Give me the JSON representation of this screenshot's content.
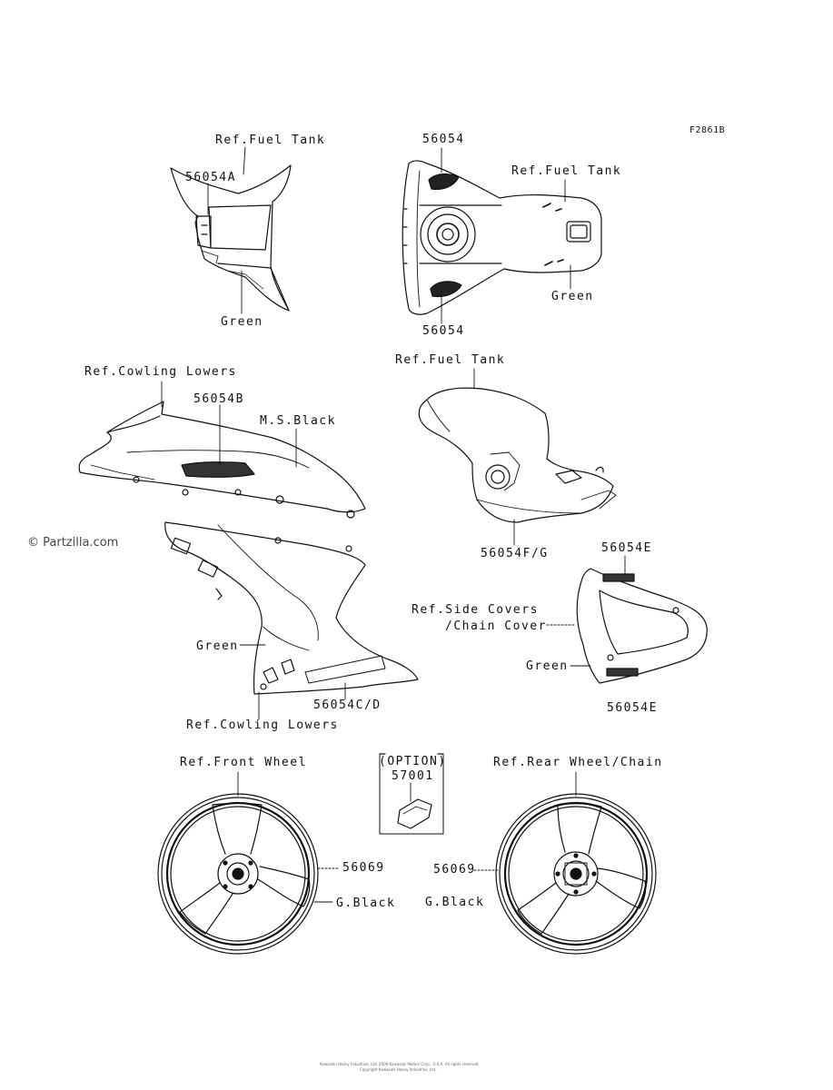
{
  "figure_id": "F2861B",
  "watermark": "© Partzilla.com",
  "footer_line1": "Kawasaki Heavy Industries, Ltd. 2009 Kawasaki Motors Corp., U.S.A. All rights reserved.",
  "footer_line2": "Copyright Kawasaki Heavy Industries, Ltd.",
  "labels": {
    "fuel_tank_ref_1": "Ref.Fuel Tank",
    "part_56054a": "56054A",
    "green_1": "Green",
    "part_56054_top": "56054",
    "fuel_tank_ref_2": "Ref.Fuel Tank",
    "green_2": "Green",
    "part_56054_bottom": "56054",
    "cowling_lowers_ref_1": "Ref.Cowling Lowers",
    "part_56054b": "56054B",
    "ms_black": "M.S.Black",
    "fuel_tank_ref_3": "Ref.Fuel Tank",
    "part_56054fg": "56054F/G",
    "part_56054e_top": "56054E",
    "side_covers_ref_1": "Ref.Side Covers",
    "side_covers_ref_2": "/Chain Cover",
    "green_3": "Green",
    "part_56054e_bottom": "56054E",
    "green_4": "Green",
    "part_56054cd": "56054C/D",
    "cowling_lowers_ref_2": "Ref.Cowling Lowers",
    "front_wheel_ref": "Ref.Front Wheel",
    "option": "(OPTION)",
    "part_57001": "57001",
    "rear_wheel_ref": "Ref.Rear Wheel/Chain",
    "part_56069_front": "56069",
    "gblack_front": "G.Black",
    "part_56069_rear": "56069",
    "gblack_rear": "G.Black"
  }
}
